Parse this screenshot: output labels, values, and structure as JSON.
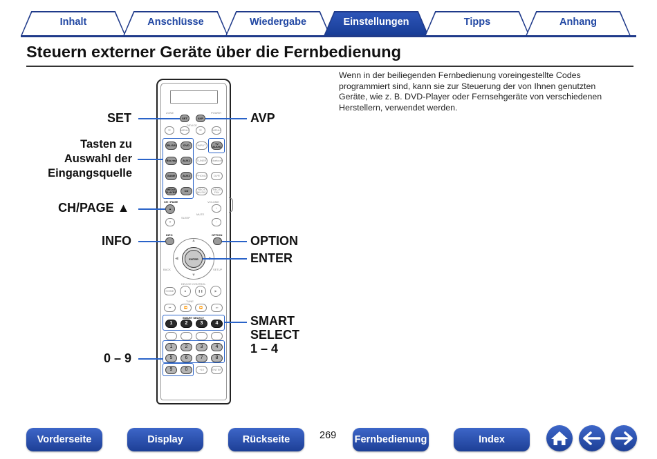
{
  "tabs": [
    {
      "label": "Inhalt",
      "active": false
    },
    {
      "label": "Anschlüsse",
      "active": false
    },
    {
      "label": "Wiedergabe",
      "active": false
    },
    {
      "label": "Einstellungen",
      "active": true
    },
    {
      "label": "Tipps",
      "active": false
    },
    {
      "label": "Anhang",
      "active": false
    }
  ],
  "title": "Steuern externer Geräte über die Fernbedienung",
  "description": "Wenn in der beiliegenden Fernbedienung voreingestellte Codes programmiert sind, kann sie zur Steuerung der von Ihnen genutzten Geräte, wie z. B. DVD-Player oder Fernsehgeräte von verschiedenen Herstellern, verwendet werden.",
  "callouts": {
    "set": "SET",
    "avp": "AVP",
    "source_line1": "Tasten zu",
    "source_line2": "Auswahl der",
    "source_line3": "Eingangsquelle",
    "ch_page": "CH/PAGE ▲",
    "info": "INFO",
    "option": "OPTION",
    "enter": "ENTER",
    "smart_line1": "SMART",
    "smart_line2": "SELECT",
    "smart_line3": "1 – 4",
    "numbers": "0 – 9"
  },
  "remote": {
    "zone_label": "ZONE",
    "power_label": "POWER",
    "set_key": "SET",
    "avp_key": "AVP",
    "device_label": "DEVICE",
    "menu_key": "MENU",
    "source_keys": [
      [
        "CBL/SAT",
        "DVD",
        "INPUT",
        "TV AUDIO"
      ],
      [
        "Blu-ray",
        "AUX1",
        "TUNER",
        "Bluetooth"
      ],
      [
        "GAME",
        "AUX2",
        "PHONO",
        "DVR"
      ],
      [
        "MEDIA PLAYER",
        "CD",
        "HEOS MUSIC",
        "HEOS FAV"
      ]
    ],
    "ch_page_label": "CH / PAGE",
    "volume_label": "VOLUME",
    "sleep_label": "SLEEP",
    "mute_label": "MUTE",
    "info_label": "INFO",
    "option_label": "OPTION",
    "enter_key": "ENTER",
    "back_label": "BACK",
    "setup_label": "SETUP",
    "device_control_label": "DEVICE CONTROL",
    "home_key": "HOME",
    "tune_label": "TUNE",
    "smart_select_label": "SMART SELECT",
    "smart_keys": [
      "1",
      "2",
      "3",
      "4"
    ],
    "number_keys": [
      "1",
      "2",
      "3",
      "4",
      "5",
      "6",
      "7",
      "8",
      "9",
      "0",
      "+10",
      "ENTER"
    ]
  },
  "page_number": "269",
  "bottom_nav": {
    "front": "Vorderseite",
    "display": "Display",
    "rear": "Rückseite",
    "remote": "Fernbedienung",
    "index": "Index"
  },
  "colors": {
    "accent": "#2147a3",
    "callout_line": "#2a63c8"
  },
  "icons": [
    "home-icon",
    "arrow-left-icon",
    "arrow-right-icon"
  ]
}
